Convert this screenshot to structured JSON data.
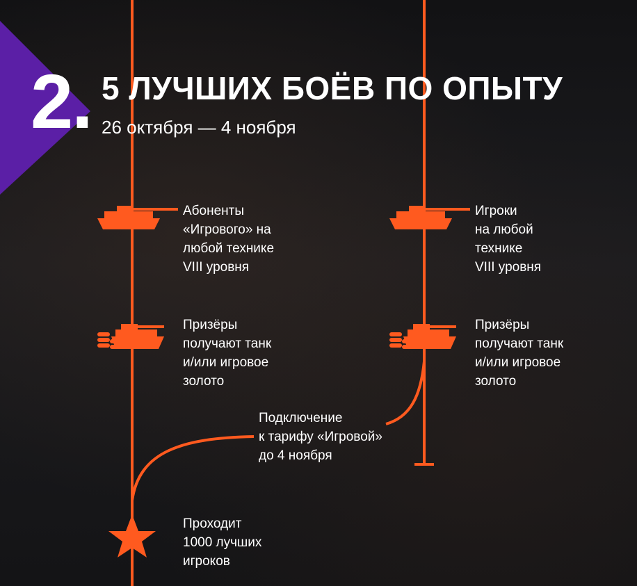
{
  "header": {
    "number": "2.",
    "title": "5 ЛУЧШИХ БОЁВ ПО ОПЫТУ",
    "dates": "26 октября — 4 ноября"
  },
  "left_track": {
    "step1": "Абоненты\n«Игрового» на\nлюбой технике\nVIII уровня",
    "step2": "Призёры\nполучают танк\nи/или игровое\nзолото",
    "final": "Проходит\n1000 лучших\nигроков"
  },
  "right_track": {
    "step1": "Игроки\nна любой\nтехнике\nVIII уровня",
    "step2": "Призёры\nполучают танк\nи/или игровое\nзолото"
  },
  "connector": {
    "label": "Подключение\nк тарифу «Игровой»\nдо 4 ноября"
  },
  "colors": {
    "accent": "#ff5a1f",
    "purple": "#5b1fa6",
    "background": "#1a1a1c",
    "text": "#ffffff"
  },
  "icons": [
    "tank-icon",
    "coins-tank-icon",
    "star-icon"
  ]
}
